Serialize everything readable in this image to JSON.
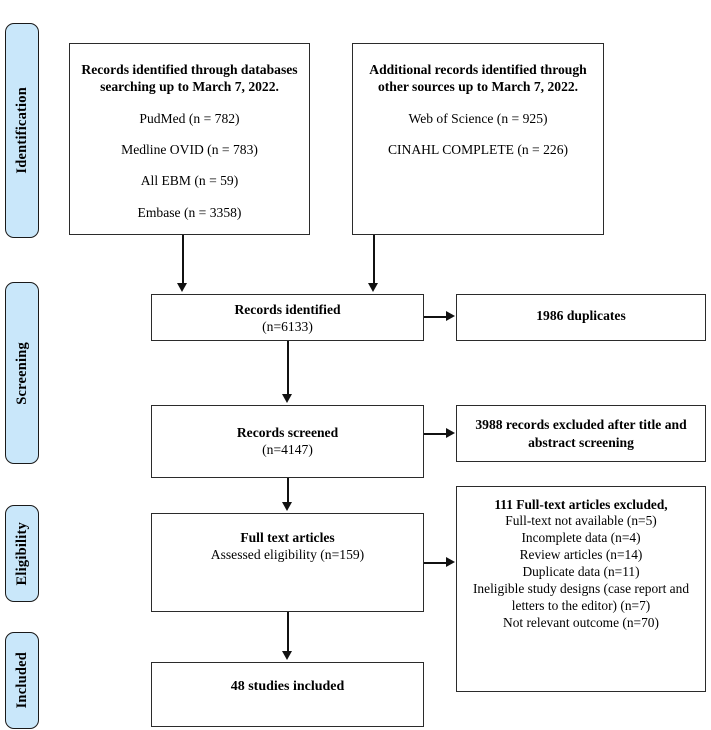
{
  "diagram": {
    "title": "PRISMA study selection flow diagram",
    "accent_color": "#c9e7fa",
    "line_color": "#111111",
    "background": "#ffffff"
  },
  "stages": [
    {
      "label": "Identification"
    },
    {
      "label": "Screening"
    },
    {
      "label": "Eligibility"
    },
    {
      "label": "Included"
    }
  ],
  "boxes": {
    "databases": {
      "heading": "Records identified through databases searching up to March 7, 2022.",
      "sources": [
        "PudMed (n = 782)",
        "Medline OVID (n = 783)",
        "All EBM (n = 59)",
        "Embase (n = 3358)"
      ]
    },
    "other_sources": {
      "heading": "Additional records identified through other sources up to March 7, 2022.",
      "sources": [
        "Web of Science (n = 925)",
        "CINAHL COMPLETE (n = 226)"
      ]
    },
    "records_identified": {
      "heading": "Records identified",
      "count": "(n=6133)"
    },
    "duplicates": {
      "heading": "1986 duplicates"
    },
    "records_screened": {
      "heading": "Records screened",
      "count": "(n=4147)"
    },
    "records_excluded": {
      "heading": "3988 records excluded after title and abstract screening"
    },
    "full_text": {
      "heading": "Full text articles",
      "count": "Assessed eligibility (n=159)"
    },
    "full_text_excluded": {
      "heading": "111 Full-text articles excluded,",
      "reasons": [
        "Full-text not available (n=5)",
        "Incomplete data (n=4)",
        "Review articles (n=14)",
        "Duplicate data (n=11)",
        "Ineligible study designs (case report and letters to the editor) (n=7)",
        "Not relevant outcome (n=70)"
      ]
    },
    "included": {
      "heading": "48 studies included"
    }
  }
}
